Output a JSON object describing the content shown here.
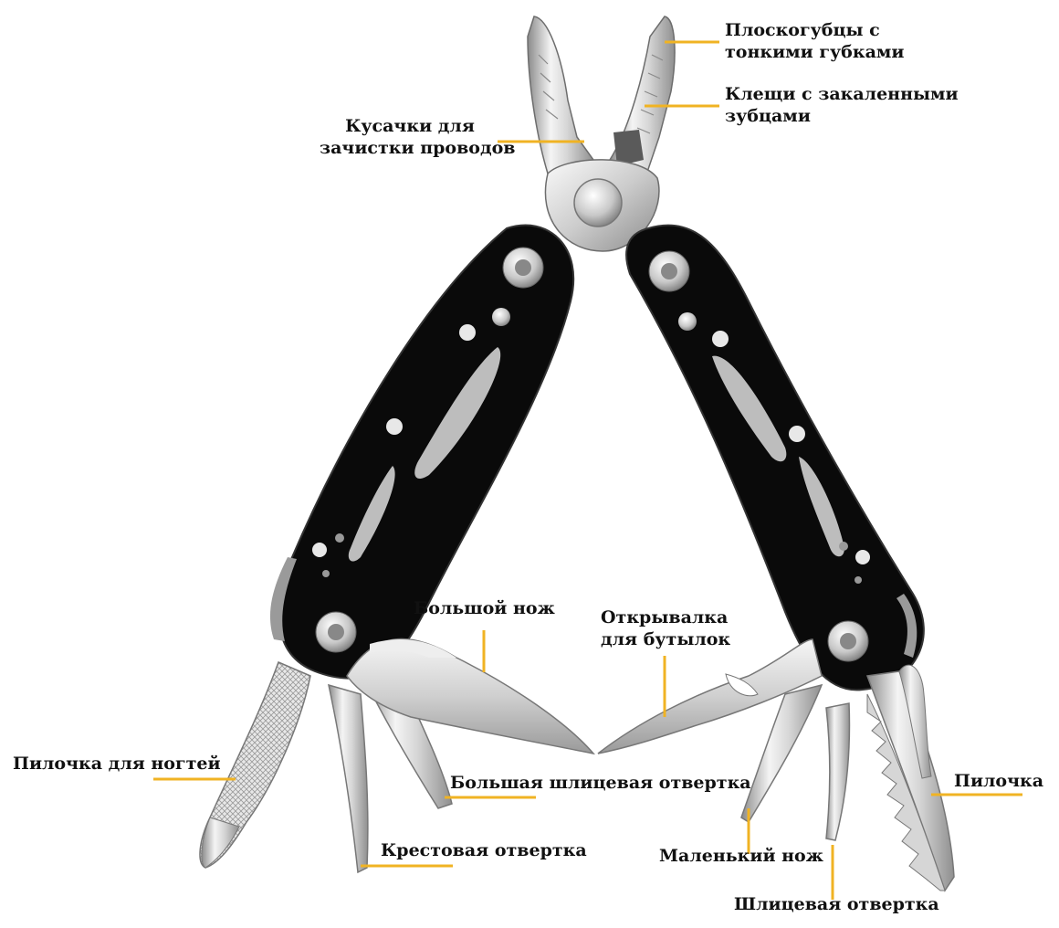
{
  "colors": {
    "leader": "#f0b323",
    "handle": "#0a0a0a",
    "steel_light": "#f2f2f2",
    "steel_mid": "#c9c9c9",
    "steel_dark": "#7d7d7d",
    "text": "#111111"
  },
  "labels": {
    "needle_nose": {
      "line1": "Плоскогубцы с",
      "line2": "тонкими губками"
    },
    "pliers_teeth": {
      "line1": "Клещи с закаленными",
      "line2": "зубцами"
    },
    "wire_stripper": {
      "line1": "Кусачки для",
      "line2": "зачистки проводов"
    },
    "large_knife": "Большой нож",
    "bottle_opener": {
      "line1": "Открывалка",
      "line2": "для бутылок"
    },
    "nail_file": "Пилочка для ногтей",
    "large_flat_screwdriver": "Большая шлицевая отвертка",
    "phillips_screwdriver": "Крестовая отвертка",
    "saw": "Пилочка",
    "small_knife": "Маленький нож",
    "flat_screwdriver": "Шлицевая отвертка"
  }
}
